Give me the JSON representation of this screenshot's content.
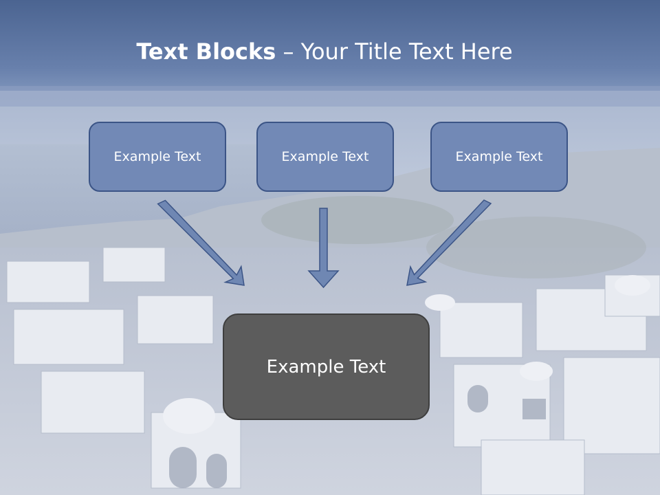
{
  "slide": {
    "title_bold": "Text Blocks",
    "title_rest": " – Your Title Text Here",
    "boxes": [
      {
        "label": "Example Text"
      },
      {
        "label": "Example Text"
      },
      {
        "label": "Example Text"
      }
    ],
    "main_box": {
      "label": "Example Text"
    }
  },
  "colors": {
    "header_band": "#5b75a3",
    "box_fill": "#7289b6",
    "box_border": "#3b5486",
    "main_box_fill": "#5c5c5c",
    "arrow_fill": "#6f87b3"
  }
}
